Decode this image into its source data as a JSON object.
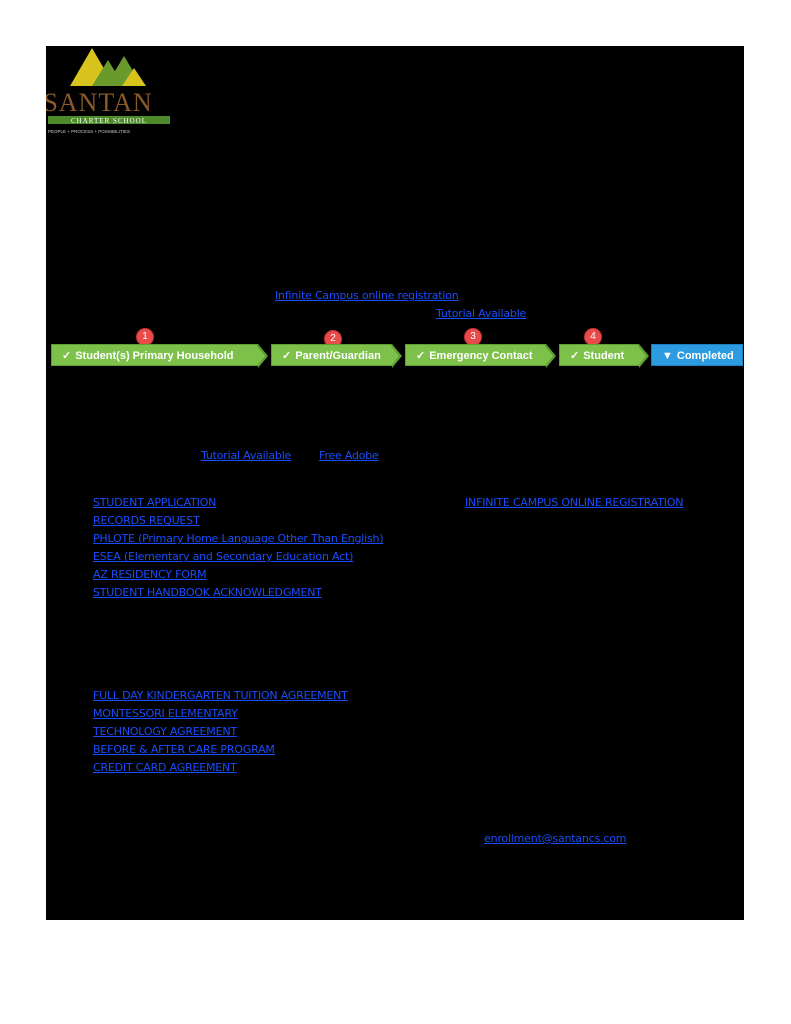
{
  "logo": {
    "name": "SANTAN",
    "subtitle": "CHARTER SCHOOL",
    "tagline": "PEOPLE + PROCESS + POSSIBILITIES",
    "colors": {
      "peak_yellow": "#d8c41c",
      "peak_green": "#6a9a2c",
      "name": "#8a5a2a",
      "bar": "#4d8a2a"
    }
  },
  "registration": {
    "link_label": "Infinite Campus online registration",
    "tutorial_label": "Tutorial Available"
  },
  "steps": [
    {
      "number": "1",
      "label": "Student(s) Primary Household",
      "status": "check"
    },
    {
      "number": "2",
      "label": "Parent/Guardian",
      "status": "check"
    },
    {
      "number": "3",
      "label": "Emergency Contact",
      "status": "check"
    },
    {
      "number": "4",
      "label": "Student",
      "status": "check"
    },
    {
      "label": "Completed",
      "status": "current"
    }
  ],
  "tutorial_links": {
    "tutorial": "Tutorial Available",
    "adobe": "Free Adobe"
  },
  "required_forms": [
    "STUDENT APPLICATION",
    "RECORDS REQUEST",
    "PHLOTE (Primary Home Language Other Than English)",
    "ESEA (Elementary and Secondary Education Act)",
    "AZ RESIDENCY FORM ",
    "STUDENT HANDBOOK ACKNOWLEDGMENT"
  ],
  "online_registration_link": "INFINITE CAMPUS ONLINE REGISTRATION",
  "optional_forms": [
    "FULL DAY KINDERGARTEN TUITION AGREEMENT",
    "MONTESSORI ELEMENTARY",
    "TECHNOLOGY AGREEMENT",
    "BEFORE & AFTER CARE PROGRAM",
    "CREDIT CARD AGREEMENT"
  ],
  "contact_email": "enrollment@santancs.com",
  "icons": {
    "check": "check-icon",
    "completed": "triangle-down-icon"
  },
  "colors": {
    "page_bg": "#000000",
    "link": "#1a4dff",
    "step_green": "#7dc04a",
    "step_blue": "#2d9be0",
    "badge_red": "#e94b4b"
  }
}
